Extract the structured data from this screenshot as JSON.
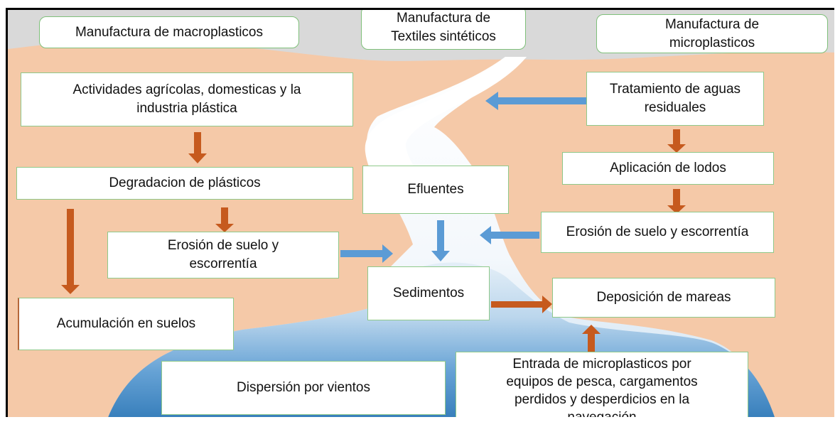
{
  "colors": {
    "background": "#f5c9a8",
    "river": "#ffffff",
    "sea_light": "#c7dff0",
    "sea_dark": "#2f79b8",
    "top_band": "#d6d6d6",
    "arrow_orange": "#c65a1e",
    "arrow_blue": "#5b9bd5",
    "box_border": "#8fc98a"
  },
  "nodes": {
    "macro": "Manufactura de macroplasticos",
    "textiles": "Manufactura de\nTextiles sintéticos",
    "micro": "Manufactura de\nmicroplasticos",
    "actividades": "Actividades agrícolas, domesticas y la\nindustria plástica",
    "tratamiento": "Tratamiento de aguas\nresiduales",
    "degradacion": "Degradacion de plásticos",
    "efluentes": "Efluentes",
    "lodos": "Aplicación de lodos",
    "erosion_left": "Erosión de suelo y\nescorrentía",
    "erosion_right": "Erosión de suelo y escorrentía",
    "sedimentos": "Sedimentos",
    "mareas": "Deposición de mareas",
    "acumulacion": "Acumulación en suelos",
    "dispersion": "Dispersión por vientos",
    "entrada": "Entrada de microplasticos por\nequipos de pesca, cargamentos\nperdidos y desperdicios en la\nnavegación"
  },
  "edges": [
    {
      "from": "tratamiento",
      "to": "river",
      "color": "blue"
    },
    {
      "from": "actividades",
      "to": "degradacion",
      "color": "orange"
    },
    {
      "from": "tratamiento",
      "to": "lodos",
      "color": "orange"
    },
    {
      "from": "degradacion",
      "to": "erosion_left",
      "color": "orange"
    },
    {
      "from": "degradacion",
      "to": "acumulacion",
      "color": "orange"
    },
    {
      "from": "lodos",
      "to": "erosion_right",
      "color": "orange"
    },
    {
      "from": "erosion_right",
      "to": "river",
      "color": "blue"
    },
    {
      "from": "efluentes",
      "to": "sedimentos",
      "color": "blue"
    },
    {
      "from": "erosion_left",
      "to": "river",
      "color": "blue"
    },
    {
      "from": "sedimentos",
      "to": "mareas",
      "color": "orange"
    },
    {
      "from": "entrada",
      "to": "mareas",
      "color": "orange"
    }
  ]
}
